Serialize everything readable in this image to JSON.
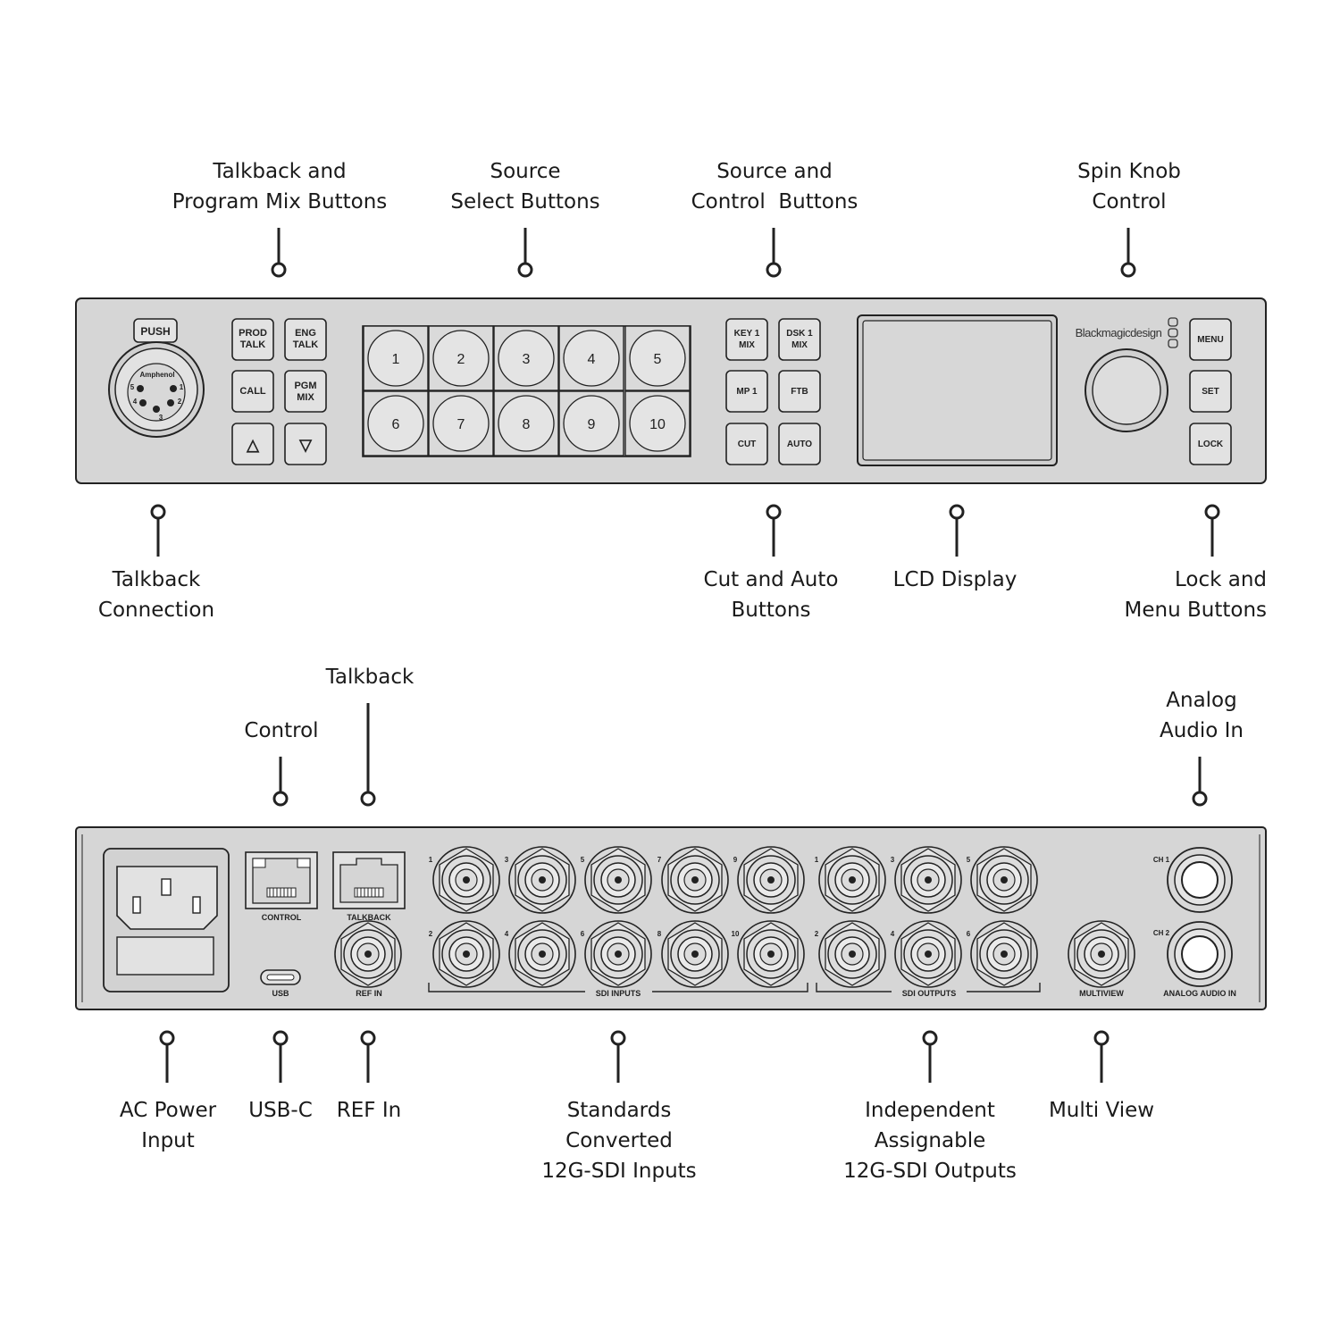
{
  "front_labels": {
    "talkback_program_mix": "Talkback and\nProgram Mix Buttons",
    "source_select": "Source\nSelect Buttons",
    "source_control": "Source and\nControl  Buttons",
    "spin_knob": "Spin Knob\nControl",
    "talkback_connection": "Talkback\nConnection",
    "cut_auto": "Cut and Auto\nButtons",
    "lcd_display": "LCD Display",
    "lock_menu": "Lock and\nMenu Buttons"
  },
  "rear_labels": {
    "talkback": "Talkback",
    "control": "Control",
    "analog_audio_in": "Analog\nAudio In",
    "ac_power": "AC Power\nInput",
    "usb_c": "USB-C",
    "ref_in": "REF In",
    "sdi_inputs": "Standards\nConverted\n12G-SDI Inputs",
    "sdi_outputs": "Independent\nAssignable\n12G-SDI Outputs",
    "multi_view": "Multi View"
  },
  "front_panel": {
    "xlr_push": "PUSH",
    "xlr_brand": "Amphenol",
    "xlr_pins": [
      "1",
      "2",
      "3",
      "4",
      "5"
    ],
    "left_buttons": [
      {
        "l1": "PROD",
        "l2": "TALK"
      },
      {
        "l1": "ENG",
        "l2": "TALK"
      },
      {
        "l1": "CALL",
        "l2": ""
      },
      {
        "l1": "PGM",
        "l2": "MIX"
      },
      {
        "l1": "△",
        "l2": ""
      },
      {
        "l1": "▽",
        "l2": ""
      }
    ],
    "source_buttons": [
      "1",
      "2",
      "3",
      "4",
      "5",
      "6",
      "7",
      "8",
      "9",
      "10"
    ],
    "control_buttons": [
      {
        "l1": "KEY 1",
        "l2": "MIX"
      },
      {
        "l1": "DSK 1",
        "l2": "MIX"
      },
      {
        "l1": "MP 1",
        "l2": ""
      },
      {
        "l1": "FTB",
        "l2": ""
      },
      {
        "l1": "CUT",
        "l2": ""
      },
      {
        "l1": "AUTO",
        "l2": ""
      }
    ],
    "brand": "Blackmagicdesign",
    "right_buttons": [
      "MENU",
      "SET",
      "LOCK"
    ]
  },
  "rear_panel": {
    "control_port": "CONTROL",
    "talkback_port": "TALKBACK",
    "usb_port": "USB",
    "ref_in_port": "REF IN",
    "sdi_inputs_label": "SDI INPUTS",
    "sdi_outputs_label": "SDI OUTPUTS",
    "multiview_label": "MULTIVIEW",
    "analog_audio_label": "ANALOG AUDIO IN",
    "ch1": "CH 1",
    "ch2": "CH 2",
    "sdi_in_top_numbers": [
      "1",
      "3",
      "5",
      "7",
      "9"
    ],
    "sdi_in_bottom_numbers": [
      "2",
      "4",
      "6",
      "8",
      "10"
    ],
    "sdi_out_top_numbers": [
      "1",
      "3",
      "5"
    ],
    "sdi_out_bottom_numbers": [
      "2",
      "4",
      "6"
    ]
  }
}
